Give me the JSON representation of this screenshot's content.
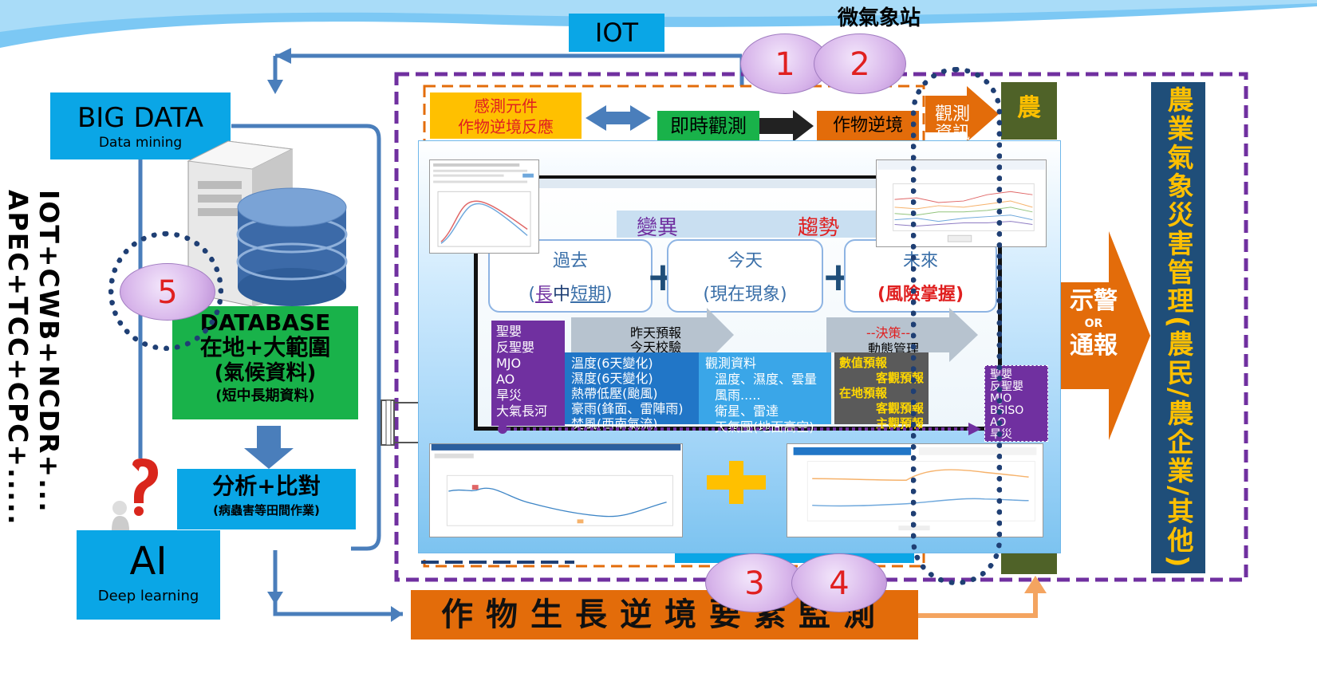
{
  "header": {
    "iot": "IOT",
    "weather_station": "微氣象站"
  },
  "left": {
    "big_data_title": "BIG DATA",
    "big_data_sub": "Data mining",
    "database_l1": "DATABASE",
    "database_l2": "在地+大範圍",
    "database_l3": "(氣候資料)",
    "database_l4": "(短中長期資料)",
    "analysis_l1": "分析+比對",
    "analysis_l2": "(病蟲害等田間作業)",
    "ai_title": "AI",
    "ai_sub": "Deep learning",
    "vertical_1": "IOT+CWB+NCDR+...",
    "vertical_2": "APEC+TCC+CPC+.....",
    "question_icon": "question-mark-person-icon"
  },
  "circles": [
    "1",
    "2",
    "3",
    "4",
    "5"
  ],
  "top_flow": {
    "sensor_l1": "感測元件",
    "sensor_l2": "作物逆境反應",
    "realtime": "即時觀測",
    "stress": "作物逆境",
    "obs_info": "觀測資訊",
    "agri": "農"
  },
  "panel": {
    "variation": "變異",
    "trend": "趨勢",
    "past_title": "過去",
    "past_sub_prefix": "(",
    "past_sub_long": "長",
    "past_sub_mid": "中",
    "past_sub_short": "短期",
    "past_sub_suffix": ")",
    "today_title": "今天",
    "today_sub": "(現在現象)",
    "future_title": "未來",
    "future_sub": "(風險掌握)",
    "yesterday_forecast": "昨天預報",
    "today_verify": "今天校驗",
    "decision": "--決策--",
    "dynamic_mgmt": "動態管理",
    "purple_list_left": [
      "聖嬰",
      "反聖嬰",
      "MJO",
      "AO",
      "旱災",
      "大氣長河"
    ],
    "blue_list": [
      "溫度(6天變化)",
      "濕度(6天變化)",
      "熱帶低壓(颱風)",
      "豪雨(鋒面、雷陣雨)",
      "焚風(西南氣流)"
    ],
    "obs_list": [
      "觀測資料",
      "溫度、濕度、雲量",
      "風雨.....",
      "衛星、雷達",
      "天氣圖(地面高空)"
    ],
    "forecast_list": [
      "數值預報",
      "客觀預報",
      "在地預報",
      "客觀預報",
      "主觀預報"
    ],
    "purple_list_right": [
      "聖嬰",
      "反聖嬰",
      "MJO",
      "BSISO",
      "AO",
      "旱災"
    ]
  },
  "right": {
    "alert": "示警",
    "or": "OR",
    "report": "通報",
    "title": "農業氣象災害管理(農民/農企業/其他)"
  },
  "bottom": {
    "monitor": "作物生長逆境要素監測"
  },
  "colors": {
    "sky_blue": "#0aa6e6",
    "green": "#19b24a",
    "orange": "#e36c0a",
    "purple": "#7030a0",
    "navy": "#1f4e79",
    "gold": "#ffc000"
  }
}
